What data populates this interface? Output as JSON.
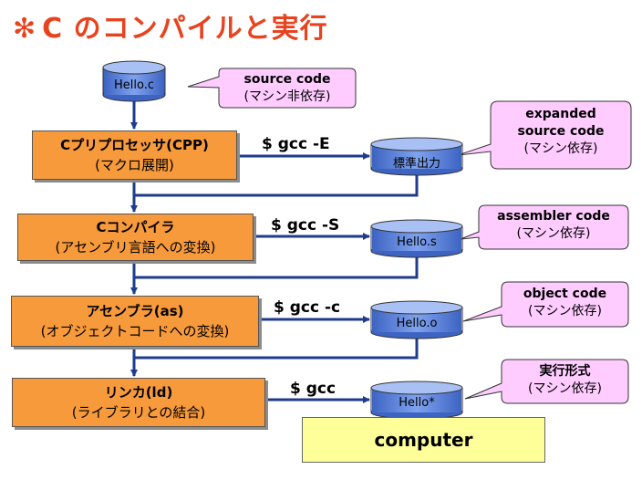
{
  "title": "C のコンパイルと実行",
  "title_icon": "asterisk-icon",
  "colors": {
    "title": "#e8431f",
    "stage": "#f79a3c",
    "arrow": "#1f3b8c",
    "cylinder": "#4f78d2",
    "callout": "#ffccff",
    "computer": "#ffff99"
  },
  "source_file": "Hello.c",
  "stages": [
    {
      "name": "Cプリプロセッサ(CPP)",
      "desc": "(マクロ展開)",
      "command": "$ gcc -E",
      "output": "標準出力"
    },
    {
      "name": "Cコンパイラ",
      "desc": "(アセンブリ言語への変換)",
      "command": "$ gcc -S",
      "output": "Hello.s"
    },
    {
      "name": "アセンブラ(as)",
      "desc": "(オブジェクトコードへの変換)",
      "command": "$ gcc -c",
      "output": "Hello.o"
    },
    {
      "name": "リンカ(ld)",
      "desc": "(ライブラリとの結合)",
      "command": "$ gcc",
      "output": "Hello*"
    }
  ],
  "callouts": [
    {
      "title": "source code",
      "sub": "(マシン非依存)"
    },
    {
      "title": "expanded source code",
      "title_line1": "expanded",
      "title_line2": "source code",
      "sub": "(マシン依存)"
    },
    {
      "title": "assembler code",
      "sub": "(マシン依存)"
    },
    {
      "title": "object code",
      "sub": "(マシン依存)"
    },
    {
      "title": "実行形式",
      "sub": "(マシン依存)"
    }
  ],
  "computer_label": "computer"
}
